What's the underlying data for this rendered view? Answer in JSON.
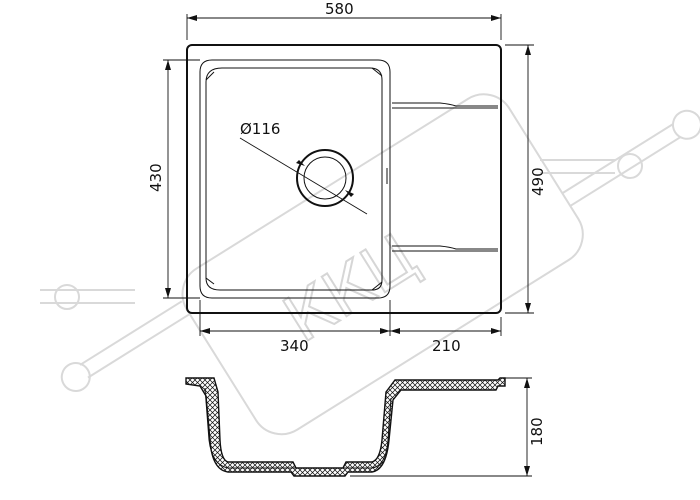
{
  "dimensions": {
    "total_width": "580",
    "depth": "490",
    "bowl_depth": "430",
    "bowl_width": "340",
    "drainboard_width": "210",
    "drain_diameter": "Ø116",
    "height": "180"
  },
  "watermark": {
    "text": "ККЦ"
  }
}
